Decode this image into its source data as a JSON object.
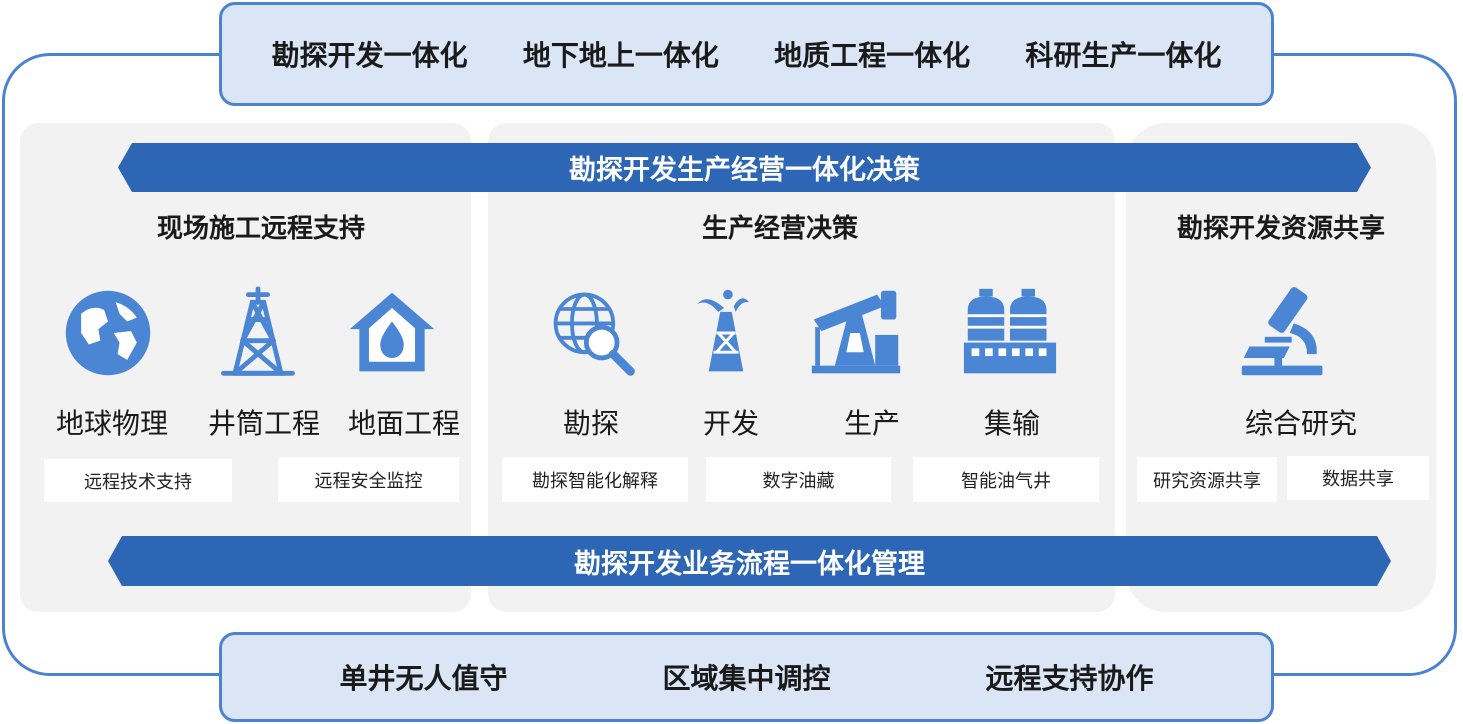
{
  "top_banner": [
    "勘探开发一体化",
    "地下地上一体化",
    "地质工程一体化",
    "科研生产一体化"
  ],
  "top_arrow": "勘探开发生产经营一体化决策",
  "bottom_arrow": "勘探开发业务流程一体化管理",
  "bottom_banner": [
    "单井无人值守",
    "区域集中调控",
    "远程支持协作"
  ],
  "colors": {
    "frame": "#4b83d1",
    "arrow": "#2c66b5",
    "icon": "#4a86d4",
    "banner_bg": "#dae6f5",
    "panel_bg": "#f2f2f2"
  },
  "left": {
    "title": "现场施工远程支持",
    "items": [
      {
        "label": "地球物理",
        "icon": "globe-icon"
      },
      {
        "label": "井筒工程",
        "icon": "derrick-icon"
      },
      {
        "label": "地面工程",
        "icon": "house-drop-icon"
      }
    ],
    "tags": [
      "远程技术支持",
      "远程安全监控"
    ]
  },
  "mid": {
    "title": "生产经营决策",
    "items": [
      {
        "label": "勘探",
        "icon": "globe-magnifier-icon"
      },
      {
        "label": "开发",
        "icon": "oil-gusher-icon"
      },
      {
        "label": "生产",
        "icon": "pumpjack-icon"
      },
      {
        "label": "集输",
        "icon": "tanks-icon"
      }
    ],
    "tags": [
      "勘探智能化解释",
      "数字油藏",
      "智能油气井"
    ]
  },
  "right": {
    "title": "勘探开发资源共享",
    "items": [
      {
        "label": "综合研究",
        "icon": "microscope-icon"
      }
    ],
    "tags": [
      "研究资源共享",
      "数据共享"
    ]
  }
}
